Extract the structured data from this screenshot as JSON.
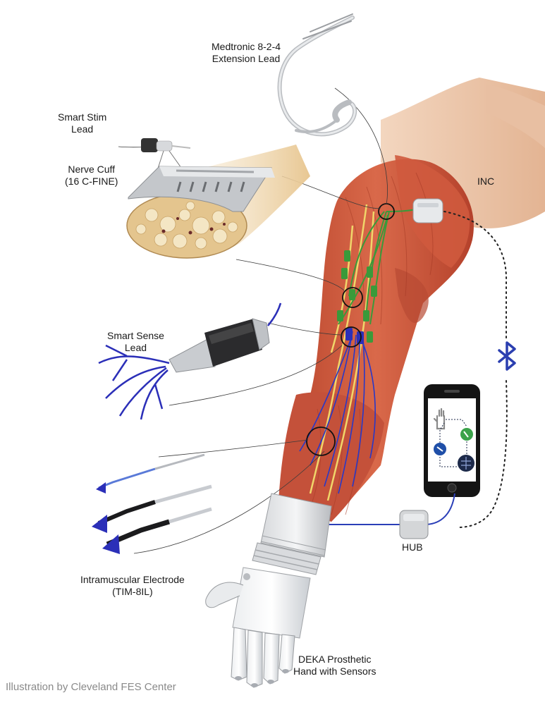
{
  "labels": {
    "extension_lead": [
      "Medtronic 8-2-4",
      "Extension Lead"
    ],
    "smart_stim_lead": [
      "Smart Stim",
      "Lead"
    ],
    "nerve_cuff": [
      "Nerve Cuff",
      "(16 C-FINE)"
    ],
    "inc": "INC",
    "smart_sense_lead": [
      "Smart Sense",
      "Lead"
    ],
    "intramuscular_electrode": [
      "Intramuscular Electrode",
      "(TIM-8IL)"
    ],
    "hub": "HUB",
    "prosthetic_hand": [
      "DEKA Prosthetic",
      "Hand with Sensors"
    ]
  },
  "credit": "Illustration by Cleveland FES Center",
  "colors": {
    "muscle": "#c8553a",
    "skin": "#edc6a8",
    "electrode_green": "#3a9a3a",
    "sense_blue": "#2b2fb8",
    "wire_blue": "#2838c8",
    "nerve_yellow": "#f0d66a",
    "bluetooth_blue": "#2b3fb0",
    "device_grey": "#d4d6d8"
  },
  "icons": [
    "bluetooth-icon",
    "hand-icon",
    "phone-app-icons"
  ]
}
